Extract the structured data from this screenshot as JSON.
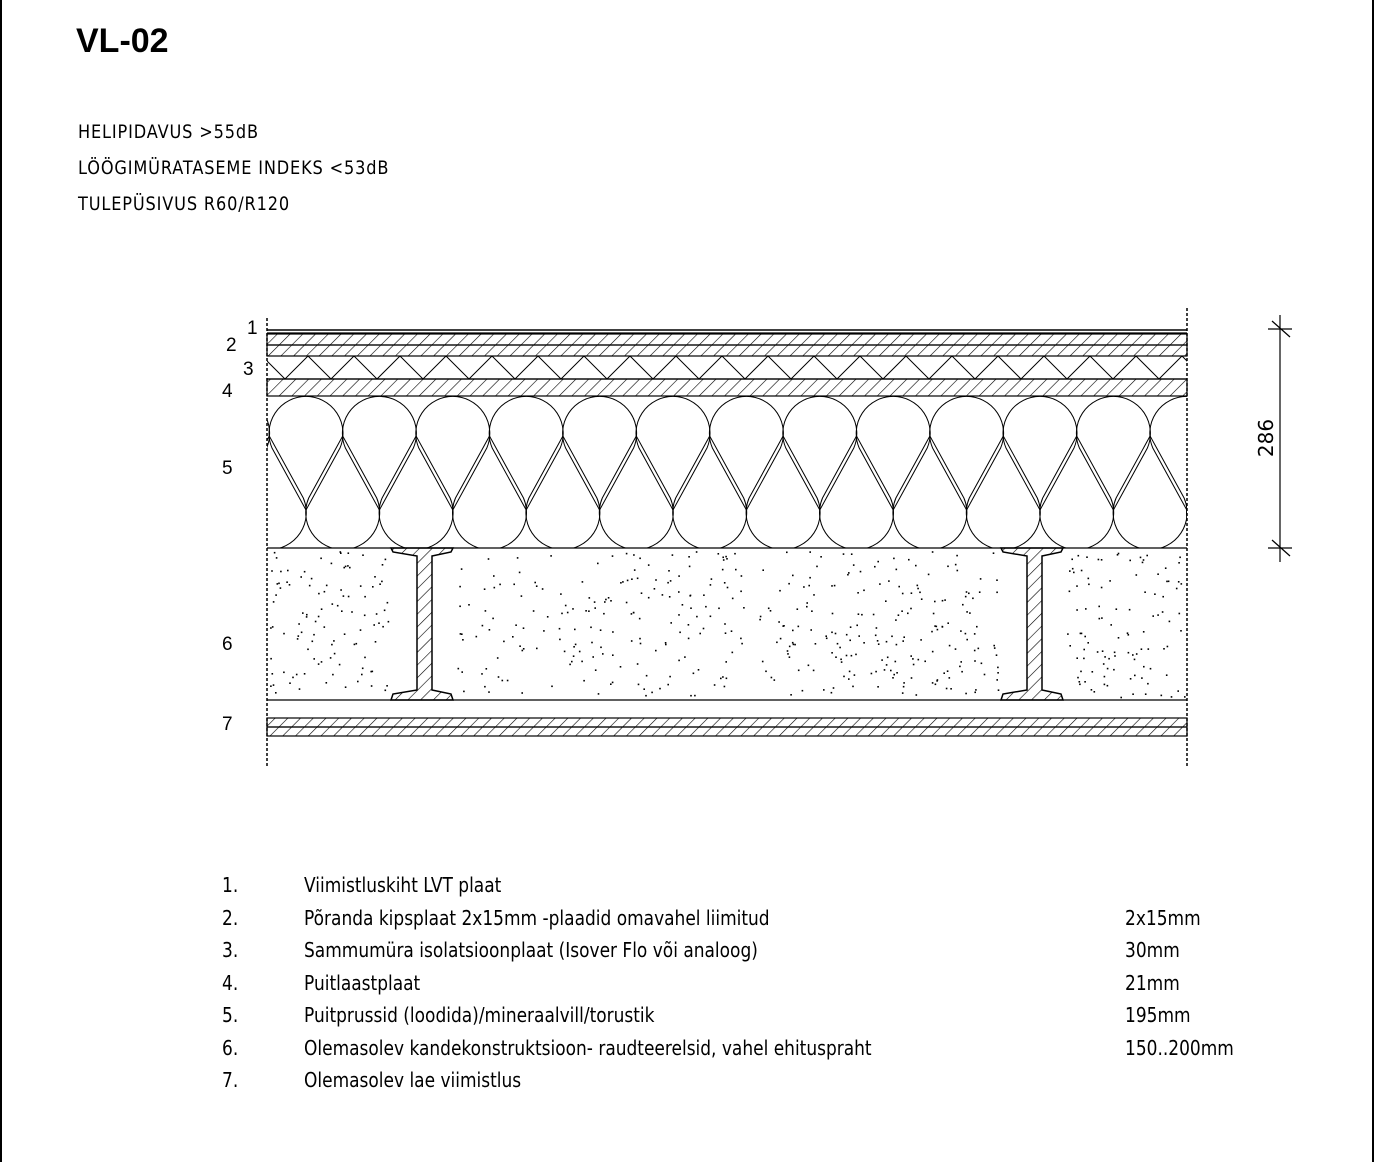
{
  "title": "VL-02",
  "properties": [
    "HELIPIDAVUS >55dB",
    "LÖÖGIMÜRATASEME INDEKS <53dB",
    "TULEPÜSIVUS R60/R120"
  ],
  "drawing": {
    "layer_labels": [
      "1",
      "2",
      "3",
      "4",
      "5",
      "6",
      "7"
    ],
    "dimension": "286"
  },
  "legend": [
    {
      "num": "1.",
      "desc": "Viimistluskiht LVT plaat",
      "thickness": ""
    },
    {
      "num": "2.",
      "desc": "Põranda kipsplaat 2x15mm -plaadid omavahel liimitud",
      "thickness": "2x15mm"
    },
    {
      "num": "3.",
      "desc": "Sammumüra isolatsioonplaat (Isover Flo või analoog)",
      "thickness": "30mm"
    },
    {
      "num": "4.",
      "desc": "Puitlaastplaat",
      "thickness": "21mm"
    },
    {
      "num": "5.",
      "desc": "Puitprussid (loodida)/mineraalvill/torustik",
      "thickness": "195mm"
    },
    {
      "num": "6.",
      "desc": "Olemasolev kandekonstruktsioon- raudteerelsid, vahel ehituspraht",
      "thickness": "150..200mm"
    },
    {
      "num": "7.",
      "desc": "Olemasolev lae viimistlus",
      "thickness": ""
    }
  ]
}
